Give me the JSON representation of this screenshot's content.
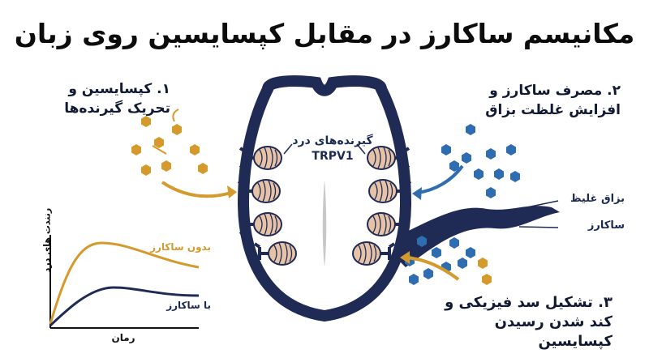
{
  "title": "مکانیسم ساکارز در مقابل کپسایسین روی زبان",
  "step1": {
    "line1": "۱. کپسایسین و",
    "line2": "تحریک گیرنده‌ها"
  },
  "step2": {
    "line1": "۲. مصرف ساکارز و",
    "line2": "افزایش غلظت بزاق"
  },
  "step3": {
    "line1": "۳. تشکیل سد فیزیکی و",
    "line2": "کند شدن رسیدن کپسایسین"
  },
  "receptors": {
    "line1": "گیرنده‌های درد",
    "line2": "TRPV1"
  },
  "saliva_label": "بزاق غلیظ",
  "sucrose_label": "ساکارز",
  "chart": {
    "ylabel": "رنندت های درد",
    "xlabel": "رمان",
    "series_without": "بدون ساکارز",
    "series_with": "با ساکارز"
  },
  "colors": {
    "navy": "#1f2a55",
    "gold": "#d49a2c",
    "blue": "#2f6db0",
    "receptor": "#e6c3a6"
  }
}
